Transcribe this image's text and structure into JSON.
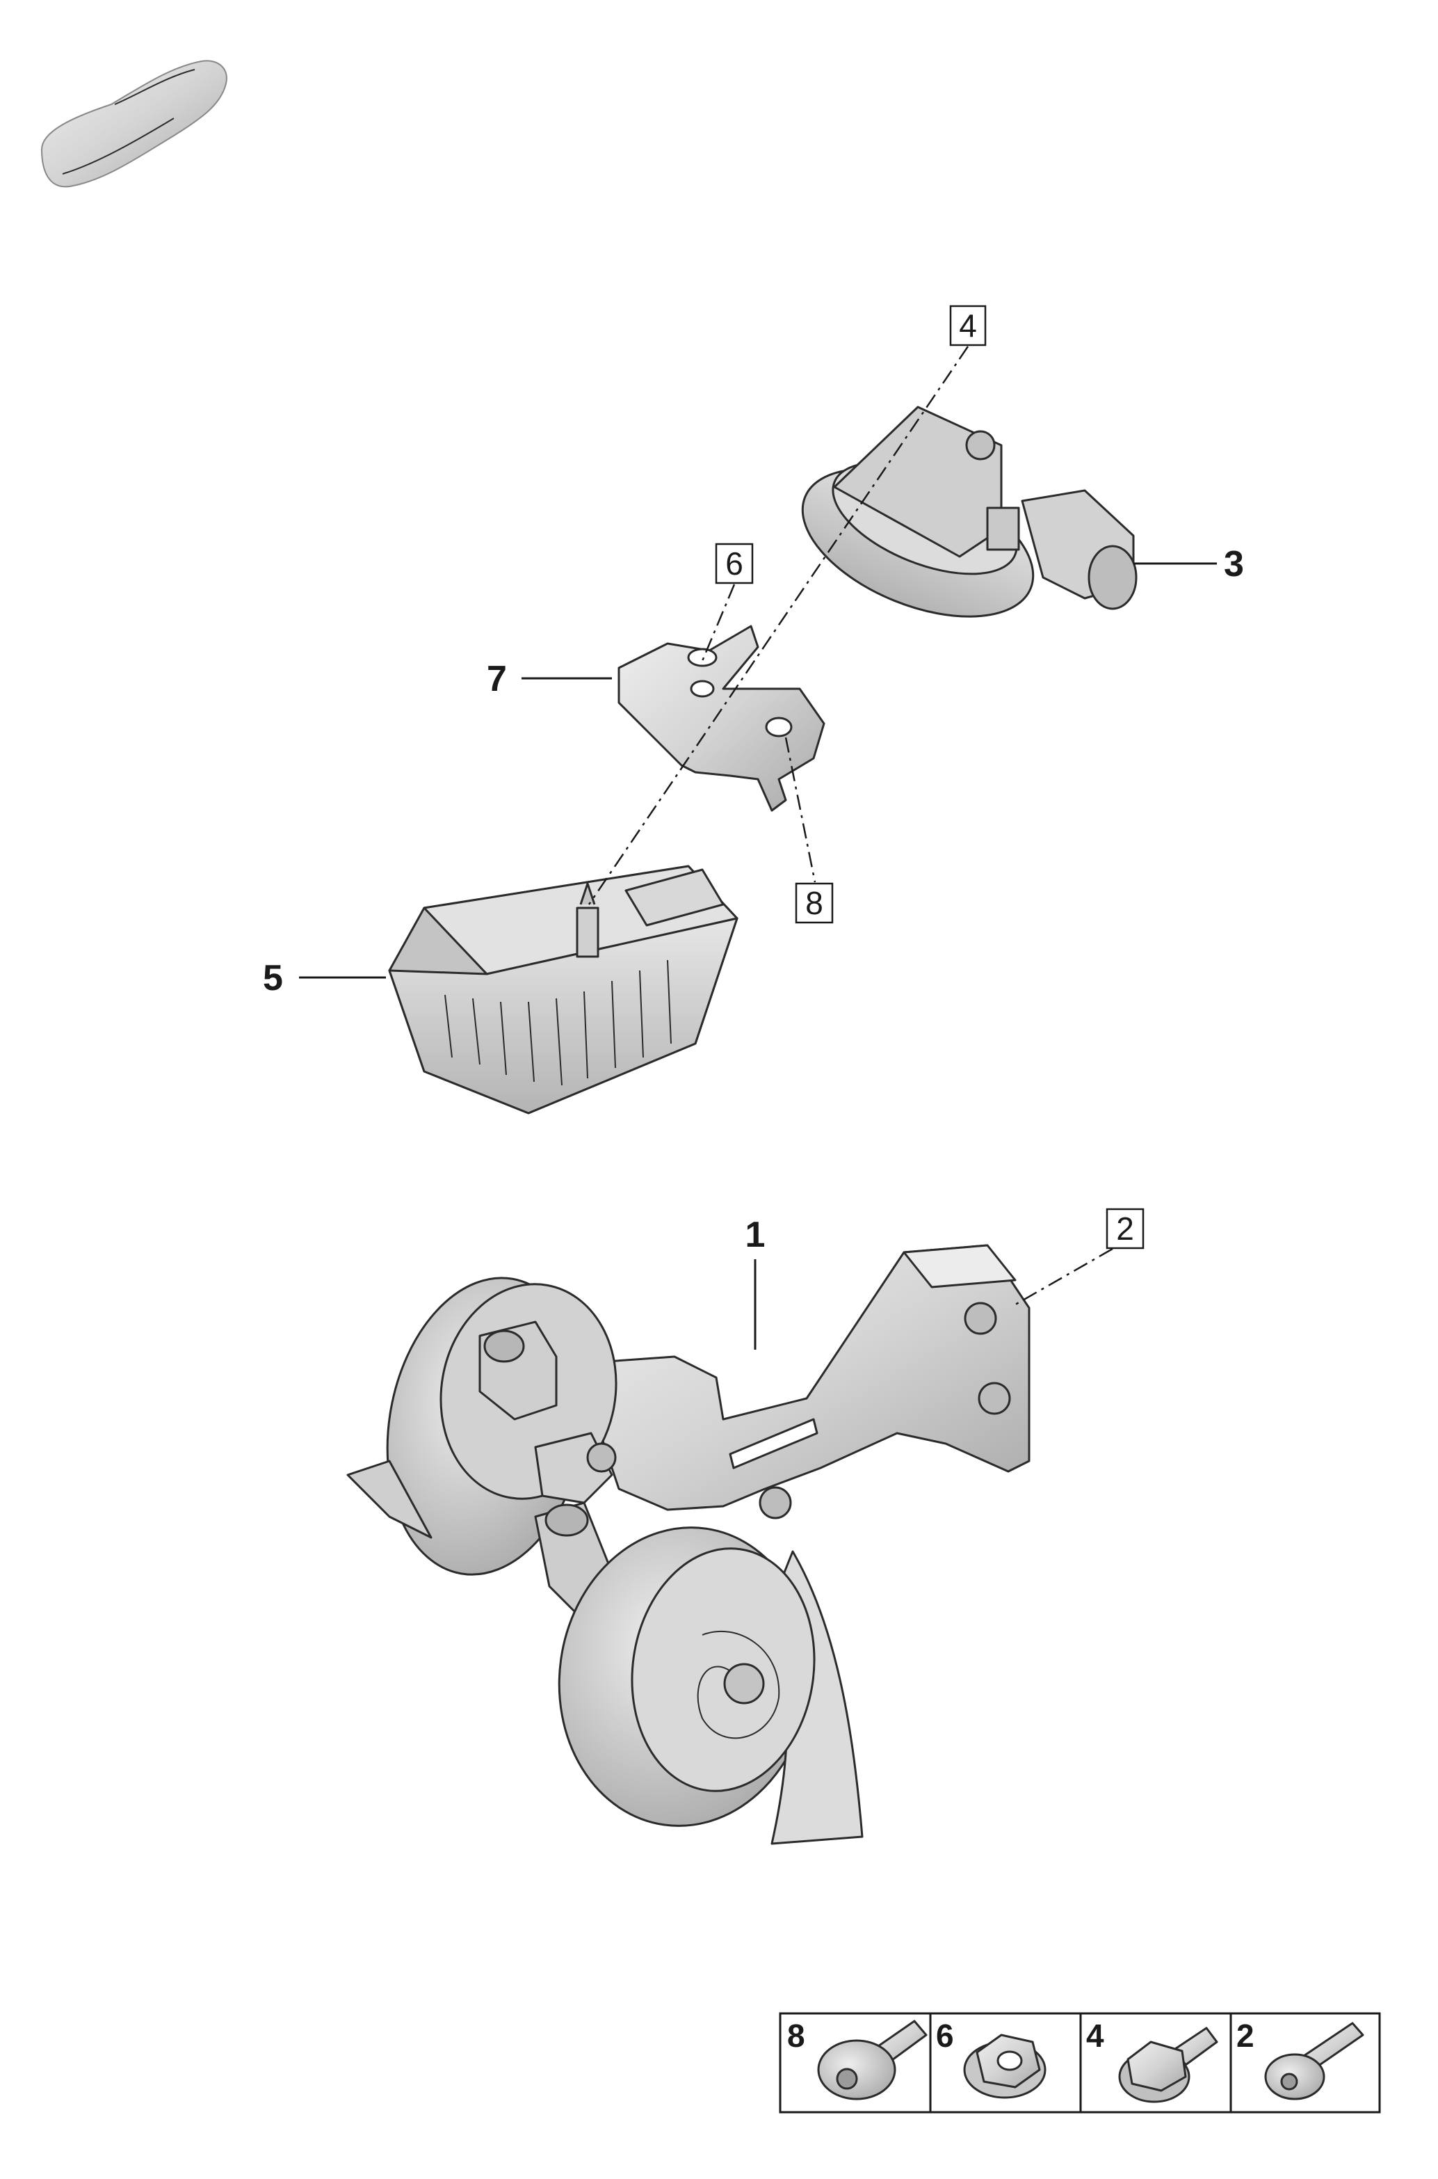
{
  "callouts": {
    "c1": "1",
    "c2": "2",
    "c3": "3",
    "c4": "4",
    "c5": "5",
    "c6": "6",
    "c7": "7",
    "c8": "8"
  },
  "legend": {
    "items": [
      {
        "number": "8",
        "icon": "torx-flange-bolt-icon"
      },
      {
        "number": "6",
        "icon": "hex-flange-nut-icon"
      },
      {
        "number": "4",
        "icon": "hex-flange-bolt-icon"
      },
      {
        "number": "2",
        "icon": "torx-screw-icon"
      }
    ]
  },
  "colors": {
    "part_fill": "#d6d6d6",
    "part_shade": "#b8b8b8",
    "part_light": "#ececec",
    "line": "#1a1a1a"
  }
}
